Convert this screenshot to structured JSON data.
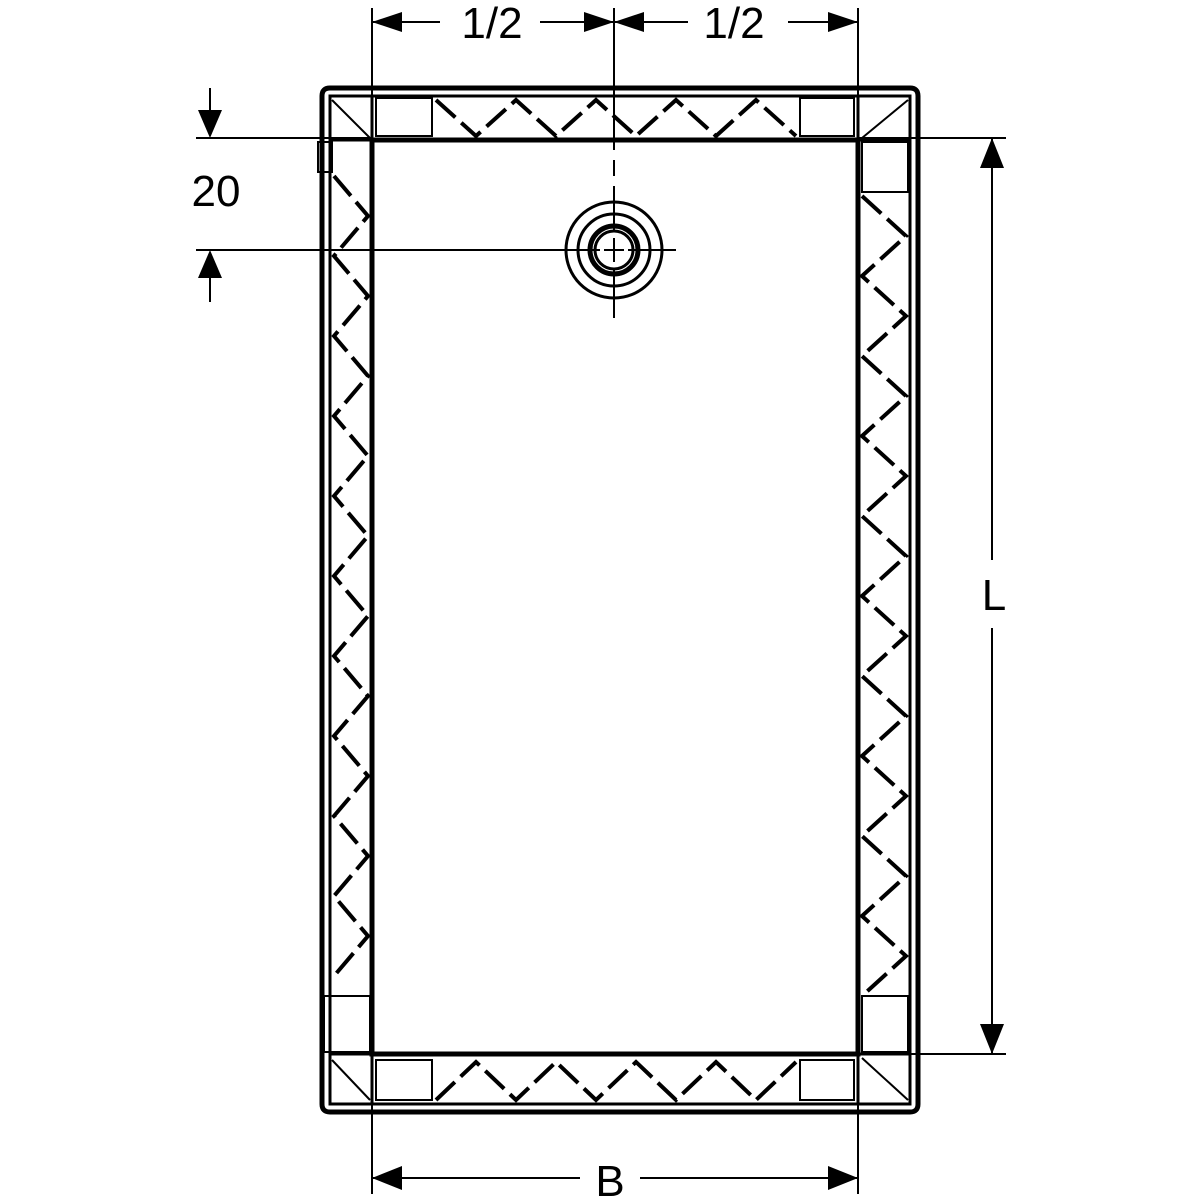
{
  "dimensions": {
    "half_left": "1/2",
    "half_right": "1/2",
    "drain_offset": "20",
    "length": "L",
    "width": "B"
  },
  "colors": {
    "line": "#000000",
    "background": "#ffffff"
  }
}
